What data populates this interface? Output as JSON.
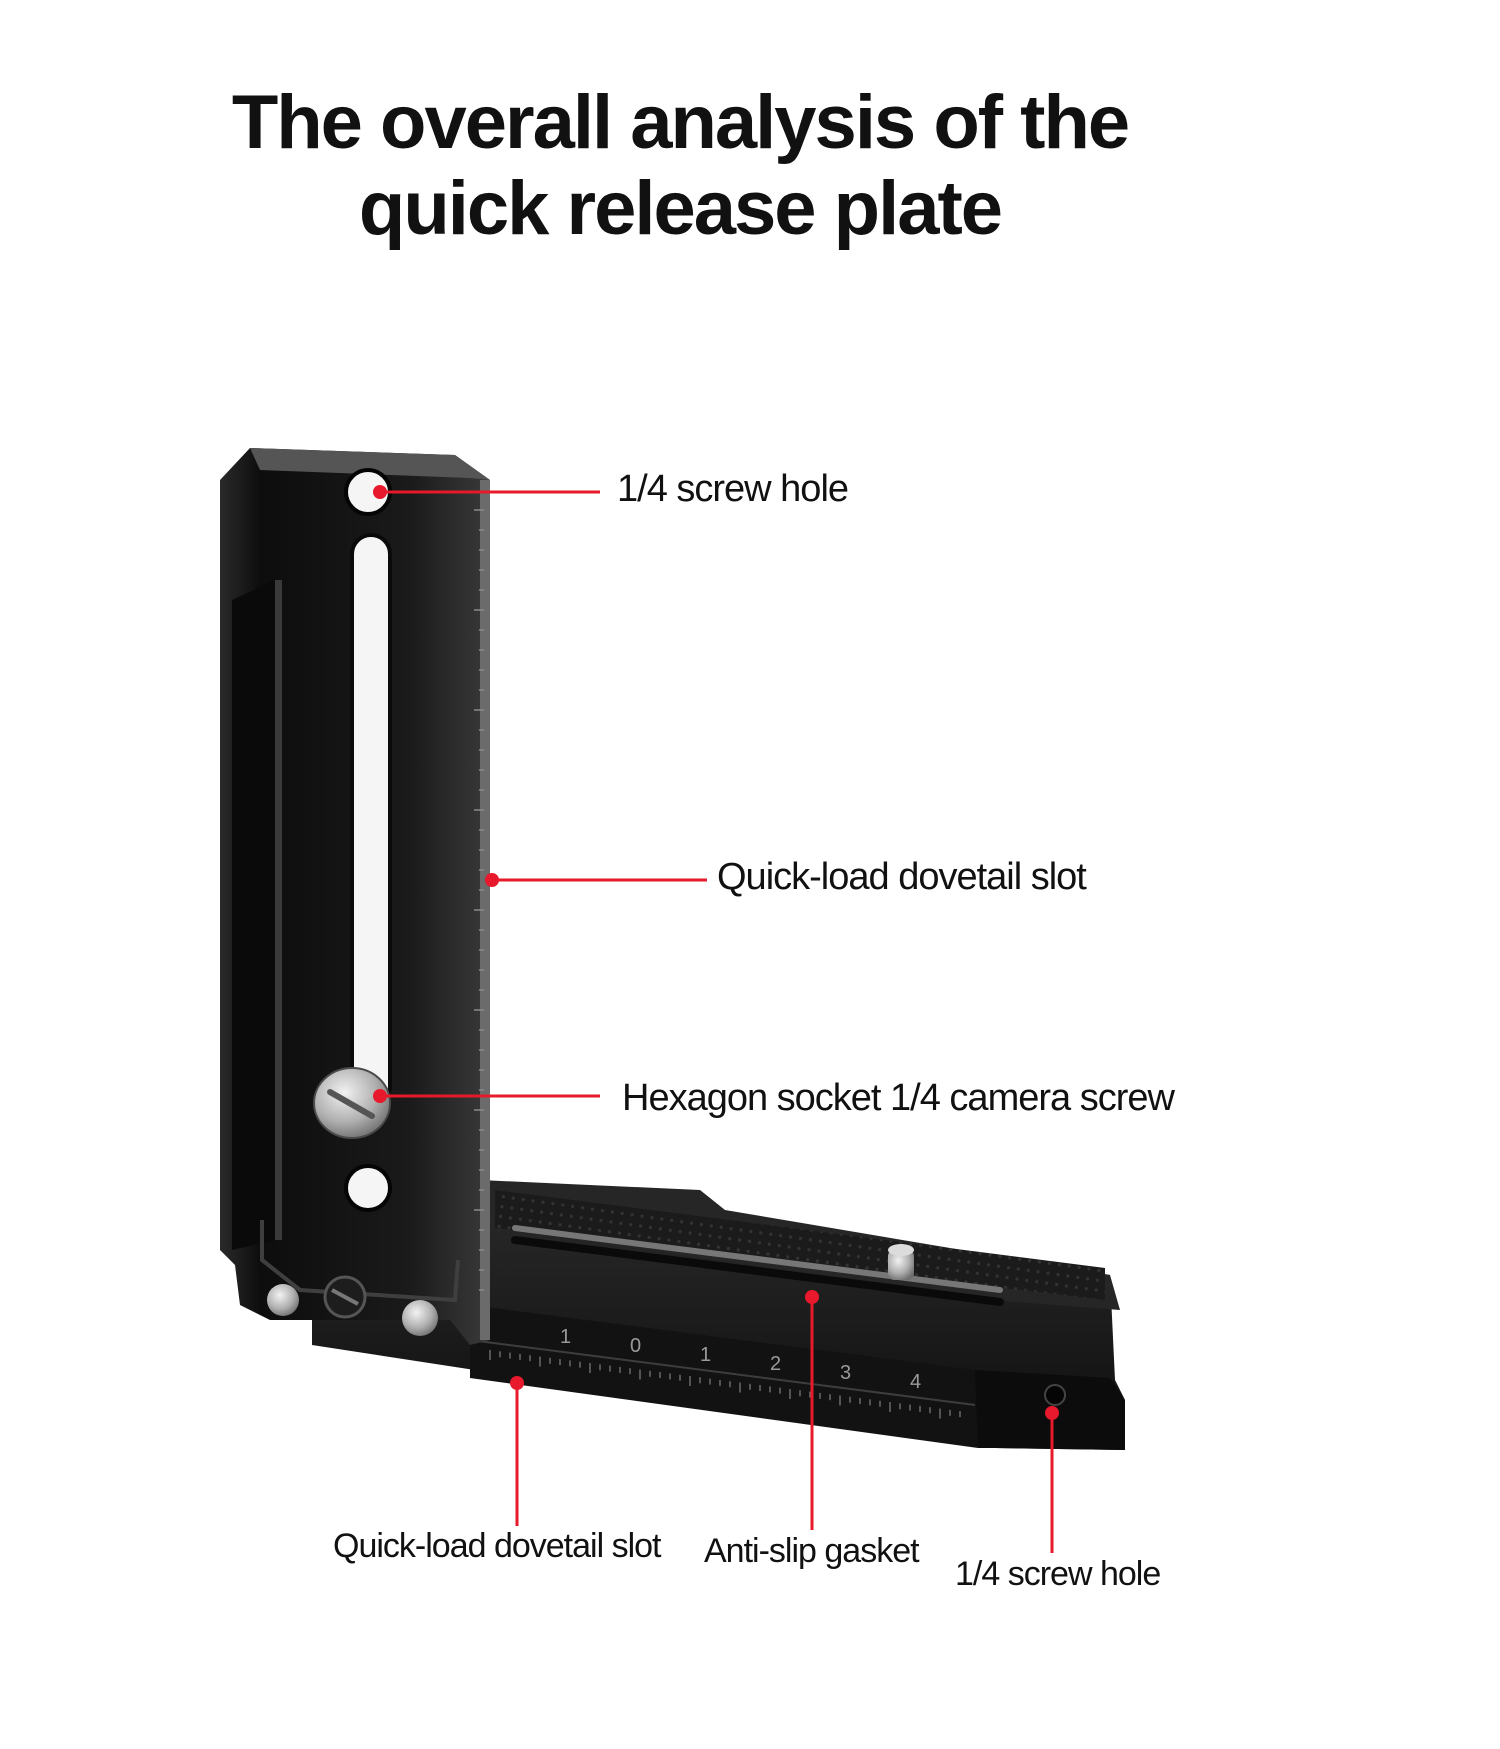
{
  "title": {
    "line1": "The overall analysis of the",
    "line2": "quick release plate"
  },
  "callouts": {
    "top_screw_hole": "1/4 screw hole",
    "vertical_dovetail": "Quick-load dovetail slot",
    "camera_screw": "Hexagon socket 1/4 camera screw",
    "bottom_dovetail": "Quick-load dovetail slot",
    "anti_slip": "Anti-slip gasket",
    "side_screw_hole": "1/4 screw hole"
  },
  "scale_labels": [
    "1",
    "0",
    "1",
    "2",
    "3",
    "4"
  ],
  "colors": {
    "callout_line": "#e8192c",
    "plate_body": "#161616",
    "plate_highlight": "#4a4a4a",
    "screw_metal": "#b8b8b8"
  }
}
